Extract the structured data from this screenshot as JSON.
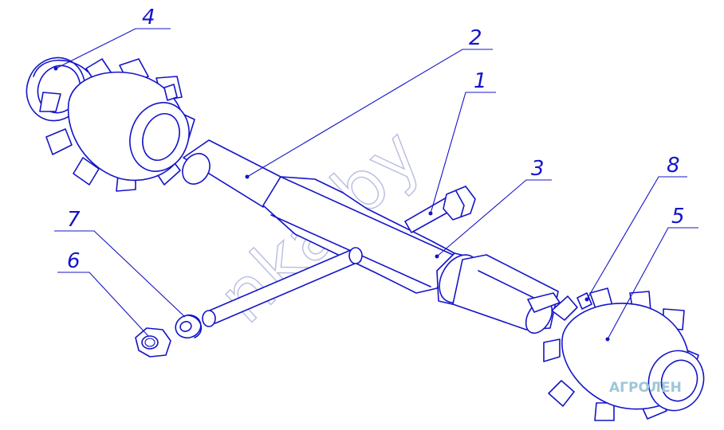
{
  "callouts": [
    {
      "id": "1",
      "label": "1"
    },
    {
      "id": "2",
      "label": "2"
    },
    {
      "id": "3",
      "label": "3"
    },
    {
      "id": "4",
      "label": "4"
    },
    {
      "id": "5",
      "label": "5"
    },
    {
      "id": "6",
      "label": "6"
    },
    {
      "id": "7",
      "label": "7"
    },
    {
      "id": "8",
      "label": "8"
    }
  ],
  "watermark": "nka.by",
  "logo": "AГРОЛЕН",
  "colors": {
    "line": "#1414c8",
    "watermark": "#b8bce0",
    "logo": "#9ec7d8"
  }
}
